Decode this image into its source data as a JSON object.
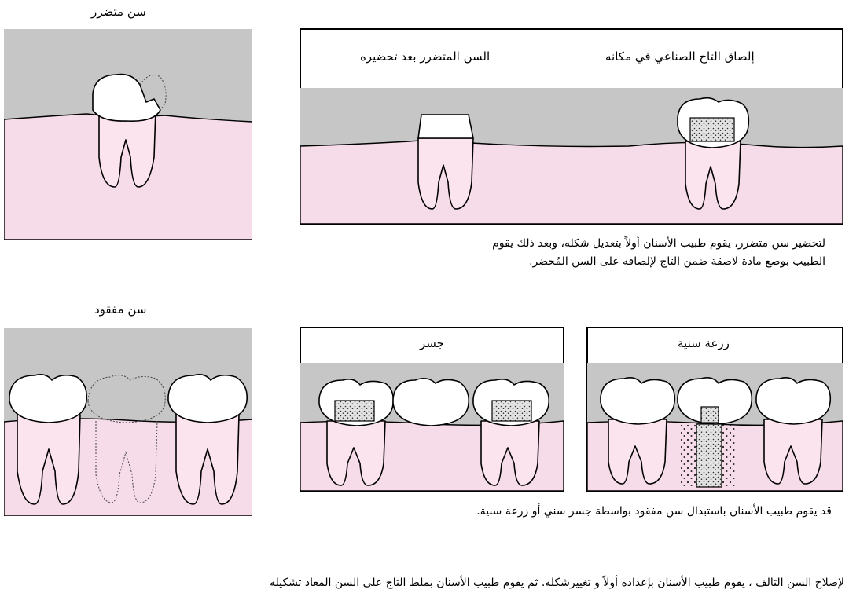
{
  "colors": {
    "gum": "#f6dbe8",
    "background_gray": "#c6c6c6",
    "tooth": "#ffffff",
    "outline": "#000000"
  },
  "top_left": {
    "title": "سن متضرر"
  },
  "top_right": {
    "label_crown_placed": "إلصاق التاج الصناعي في مكانه",
    "label_prepared_tooth": "السن المتضرر بعد تحضيره",
    "caption_line1": "لتحضير سن متضرر، يقوم طبيب الأسنان أولاً بتعديل شكله، وبعد ذلك يقوم",
    "caption_line2": "الطبيب بوضع مادة لاصقة ضمن التاج لإلصاقه على السن المُحضر."
  },
  "bottom_left": {
    "title": "سن مفقود"
  },
  "bottom_right": {
    "label_bridge": "جسر",
    "label_implant": "زرعة سنية",
    "caption": "قد يقوم طبيب الأسنان باستبدال سن مفقود بواسطة جسر سني أو زرعة سنية."
  },
  "footer": {
    "text": "لإصلاح السن التالف ، يقوم طبيب الأسنان بإعداده أولاً و تغييرشكله. ثم يقوم طبيب الأسنان بملط التاج على السن المعاد تشكيله"
  }
}
